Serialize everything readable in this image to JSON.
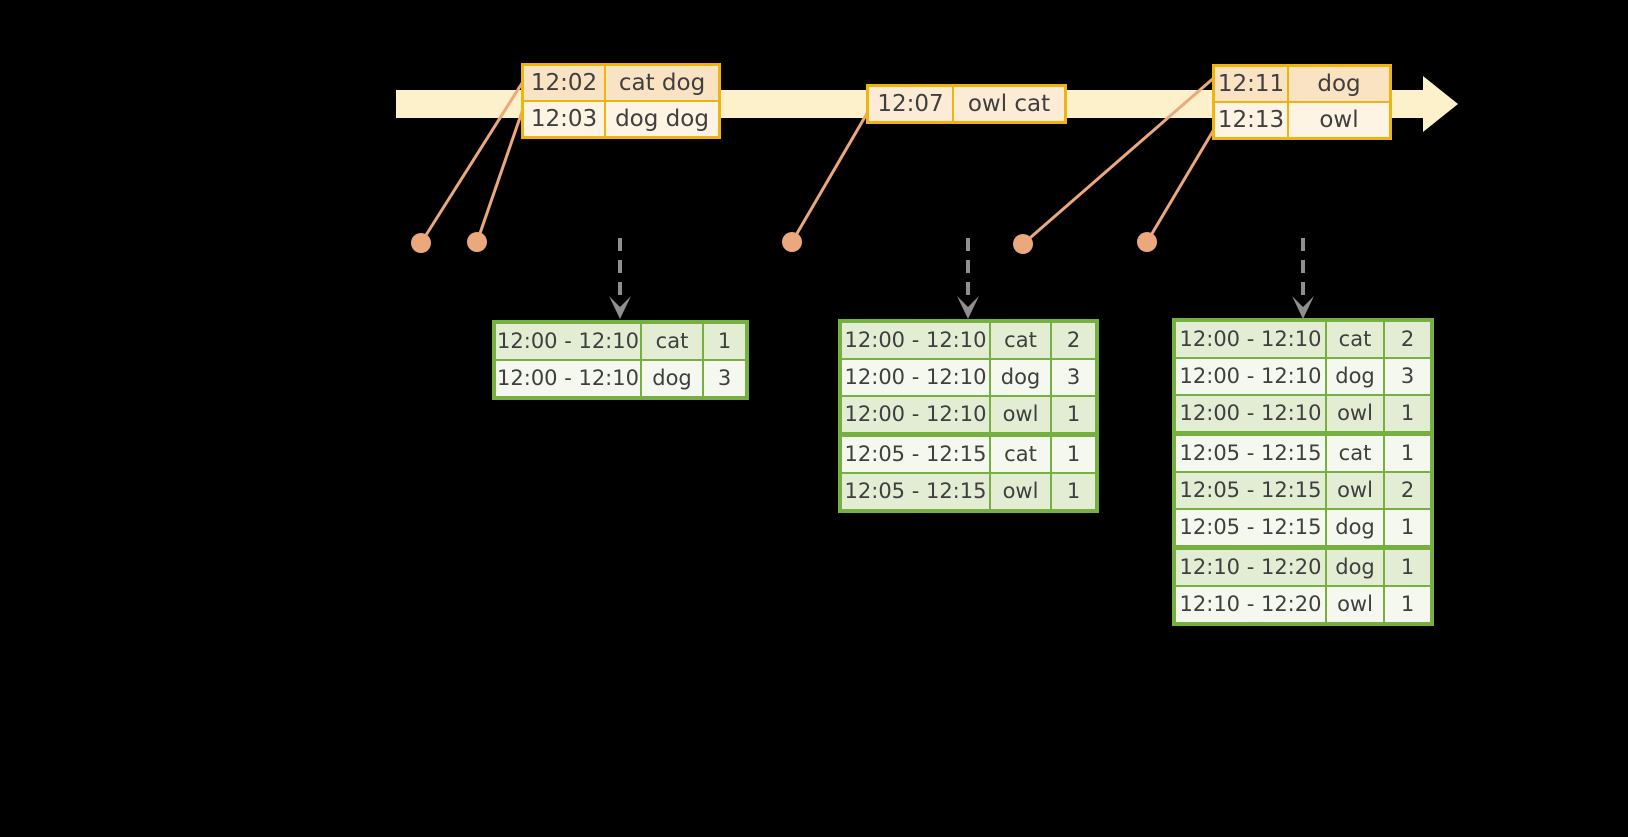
{
  "colors": {
    "background": "#000000",
    "timeline_band": "#fcf1ca",
    "event_table_border": "#f0b411",
    "event_row_dark": "#fae3c2",
    "event_row_light": "#fdf4e4",
    "event_row_mid": "#fcecd6",
    "connector_line": "#eca87d",
    "result_table_border": "#76b041",
    "result_row_green": "#e3edd4",
    "result_row_white": "#f4f8ee",
    "trigger_arrow_gray": "#8f8f8f",
    "text": "#3f3f3f"
  },
  "icons": {
    "timeline_arrowhead": "right-arrow",
    "trigger_arrow": "dashed-down-arrow",
    "event_marker": "dot"
  },
  "event_tables": [
    {
      "rows": [
        {
          "time": "12:02",
          "words": "cat dog",
          "shade": "dark"
        },
        {
          "time": "12:03",
          "words": "dog dog",
          "shade": "light"
        }
      ]
    },
    {
      "rows": [
        {
          "time": "12:07",
          "words": "owl cat",
          "shade": "mid"
        }
      ]
    },
    {
      "rows": [
        {
          "time": "12:11",
          "words": "dog",
          "shade": "dark"
        },
        {
          "time": "12:13",
          "words": "owl",
          "shade": "light"
        }
      ]
    }
  ],
  "result_tables": [
    {
      "rows": [
        {
          "window": "12:00 - 12:10",
          "word": "cat",
          "count": "1"
        },
        {
          "window": "12:00 - 12:10",
          "word": "dog",
          "count": "3"
        }
      ]
    },
    {
      "rows": [
        {
          "window": "12:00 - 12:10",
          "word": "cat",
          "count": "2"
        },
        {
          "window": "12:00 - 12:10",
          "word": "dog",
          "count": "3"
        },
        {
          "window": "12:00 - 12:10",
          "word": "owl",
          "count": "1"
        },
        {
          "window": "12:05 - 12:15",
          "word": "cat",
          "count": "1"
        },
        {
          "window": "12:05 - 12:15",
          "word": "owl",
          "count": "1"
        }
      ]
    },
    {
      "rows": [
        {
          "window": "12:00 - 12:10",
          "word": "cat",
          "count": "2"
        },
        {
          "window": "12:00 - 12:10",
          "word": "dog",
          "count": "3"
        },
        {
          "window": "12:00 - 12:10",
          "word": "owl",
          "count": "1"
        },
        {
          "window": "12:05 - 12:15",
          "word": "cat",
          "count": "1"
        },
        {
          "window": "12:05 - 12:15",
          "word": "owl",
          "count": "2"
        },
        {
          "window": "12:05 - 12:15",
          "word": "dog",
          "count": "1"
        },
        {
          "window": "12:10 - 12:20",
          "word": "dog",
          "count": "1"
        },
        {
          "window": "12:10 - 12:20",
          "word": "owl",
          "count": "1"
        }
      ]
    }
  ]
}
